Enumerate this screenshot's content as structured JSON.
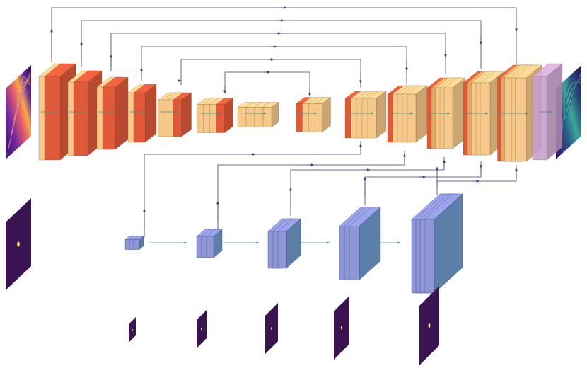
{
  "diagram": {
    "kind": "unet-with-kernel-branch",
    "colors": {
      "background": "#ffffff",
      "conv_orange": "#f6c98a",
      "conv_orange_dark": "#e2a864",
      "activation_red": "#e05a3a",
      "activation_red_dark": "#b8452b",
      "output_purple": "#c9a0cf",
      "kernel_blue": "#8e96d6",
      "kernel_blue_side": "#5b7fa8",
      "connection": "#3a3f7a",
      "flow_arrow": "#3d8a86",
      "kernel_image_bg": "#3a1450",
      "kernel_dot": "#f2d26a"
    },
    "icons": {
      "input": "turbulent-field-image",
      "output": "turbulent-field-image",
      "kernel_input": "point-source-kernel-image"
    }
  }
}
